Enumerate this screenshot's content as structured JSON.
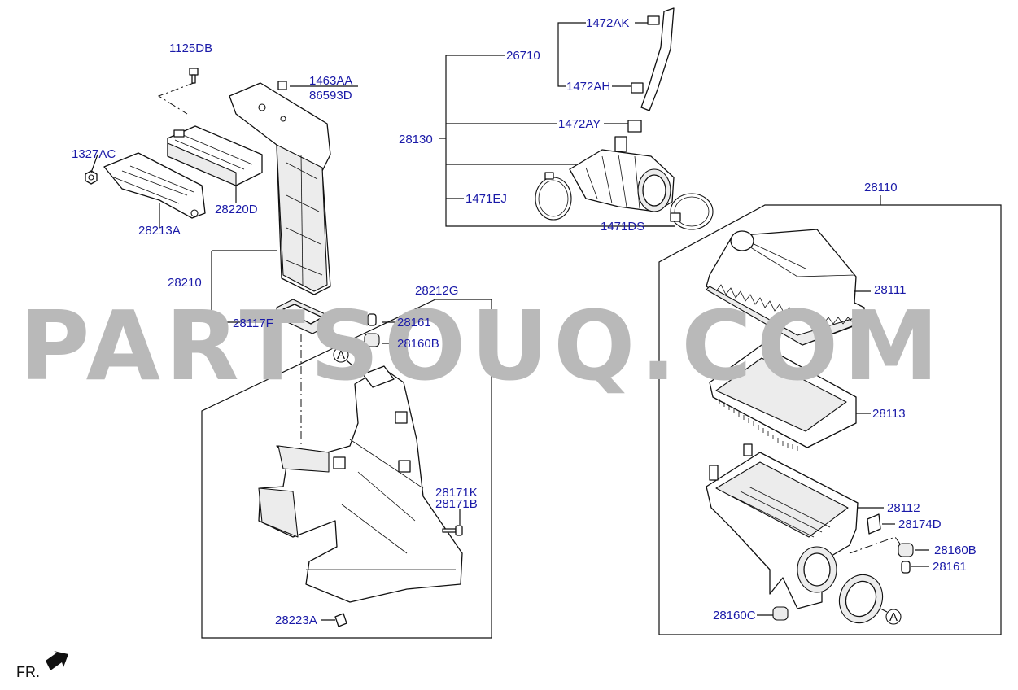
{
  "watermark": "PARTSOUQ.COM",
  "direction_label": "FR.",
  "reference_marker": "A",
  "parts": {
    "p1125DB": "1125DB",
    "p1463AA": "1463AA",
    "p86593D": "86593D",
    "p1327AC": "1327AC",
    "p28220D": "28220D",
    "p28213A": "28213A",
    "p28210": "28210",
    "p28117F": "28117F",
    "p28212G": "28212G",
    "p28161_a": "28161",
    "p28160B_a": "28160B",
    "p28171K": "28171K",
    "p28171B": "28171B",
    "p28223A": "28223A",
    "p1472AK": "1472AK",
    "p26710": "26710",
    "p1472AH": "1472AH",
    "p1472AY": "1472AY",
    "p28130": "28130",
    "p1471EJ": "1471EJ",
    "p1471DS": "1471DS",
    "p28110": "28110",
    "p28111": "28111",
    "p28113": "28113",
    "p28112": "28112",
    "p28174D": "28174D",
    "p28160B_b": "28160B",
    "p28161_b": "28161",
    "p28160C": "28160C"
  }
}
